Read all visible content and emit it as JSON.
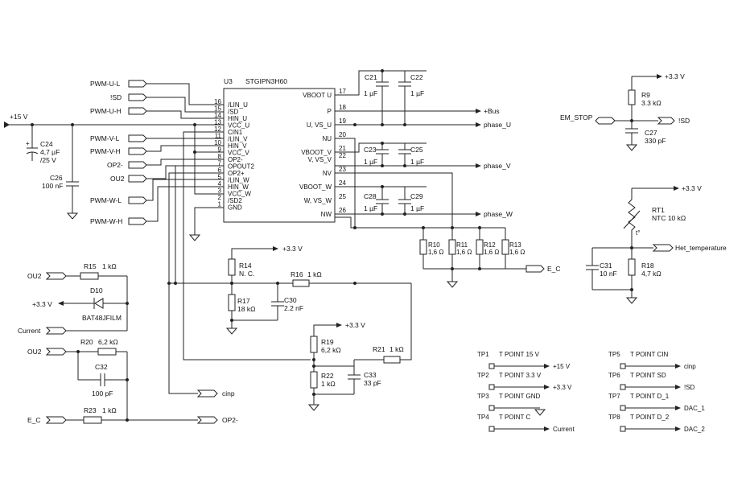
{
  "ic": {
    "ref": "U3",
    "part": "STGIPN3H60",
    "left_pins": [
      {
        "num": "16",
        "name": "/LIN_U"
      },
      {
        "num": "15",
        "name": "/SD"
      },
      {
        "num": "14",
        "name": "HIN_U"
      },
      {
        "num": "13",
        "name": "VCC_U"
      },
      {
        "num": "12",
        "name": "CIN1"
      },
      {
        "num": "11",
        "name": "/LIN_V"
      },
      {
        "num": "10",
        "name": "HIN_V"
      },
      {
        "num": "9",
        "name": "VCC_V"
      },
      {
        "num": "8",
        "name": "OP2-"
      },
      {
        "num": "7",
        "name": "OPOUT2"
      },
      {
        "num": "6",
        "name": "OP2+"
      },
      {
        "num": "5",
        "name": "/LIN_W"
      },
      {
        "num": "4",
        "name": "HIN_W"
      },
      {
        "num": "3",
        "name": "VCC_W"
      },
      {
        "num": "2",
        "name": "/SD2"
      },
      {
        "num": "1",
        "name": "GND"
      }
    ],
    "right_pins": [
      {
        "num": "17",
        "name": "VBOOT U"
      },
      {
        "num": "18",
        "name": "P"
      },
      {
        "num": "19",
        "name": "U, VS_U"
      },
      {
        "num": "20",
        "name": "NU"
      },
      {
        "num": "21",
        "name": "VBOOT_V"
      },
      {
        "num": "22",
        "name": "V, VS_V"
      },
      {
        "num": "23",
        "name": "NV"
      },
      {
        "num": "24",
        "name": "VBOOT_W"
      },
      {
        "num": "25",
        "name": "W, VS_W"
      },
      {
        "num": "26",
        "name": "NW"
      }
    ]
  },
  "inputs": {
    "pwm_u_l": "PWM-U-L",
    "sd": "!SD",
    "pwm_u_h": "PWM-U-H",
    "pwm_v_l": "PWM-V-L",
    "pwm_v_h": "PWM-V-H",
    "op2m": "OP2-",
    "ou2": "OU2",
    "pwm_w_l": "PWM-W-L",
    "pwm_w_h": "PWM-W-H"
  },
  "supply": {
    "p15": "+15 V",
    "p33": "+3.3 V"
  },
  "nets": {
    "bus": "+Bus",
    "phase_u": "phase_U",
    "phase_v": "phase_V",
    "phase_w": "phase_W",
    "ec": "E_C",
    "ou2": "OU2",
    "current": "Current",
    "cinp": "cinp",
    "op2m": "OP2-",
    "em_stop": "EM_STOP",
    "sd": "!SD",
    "het": "Het_temperature"
  },
  "parts": {
    "c24": {
      "ref": "C24",
      "v1": "4,7 µF",
      "v2": "/25 V"
    },
    "c26": {
      "ref": "C26",
      "val": "100 nF"
    },
    "c21": {
      "ref": "C21",
      "val": "1 µF"
    },
    "c22": {
      "ref": "C22",
      "val": "1 µF"
    },
    "c23": {
      "ref": "C23",
      "val": "1 µF"
    },
    "c25": {
      "ref": "C25",
      "val": "1 µF"
    },
    "c28": {
      "ref": "C28",
      "val": "1 µF"
    },
    "c29": {
      "ref": "C29",
      "val": "1 µF"
    },
    "r10": {
      "ref": "R10",
      "val": "1,6 Ω"
    },
    "r11": {
      "ref": "R11",
      "val": "1,6 Ω"
    },
    "r12": {
      "ref": "R12",
      "val": "1,6 Ω"
    },
    "r13": {
      "ref": "R13",
      "val": "1,6 Ω"
    },
    "r9": {
      "ref": "R9",
      "val": "3.3 kΩ"
    },
    "c27": {
      "ref": "C27",
      "val": "330 pF"
    },
    "rt1": {
      "ref": "RT1",
      "val": "NTC 10 kΩ"
    },
    "tsym": "t°",
    "c31": {
      "ref": "C31",
      "val": "10 nF"
    },
    "r18": {
      "ref": "R18",
      "val": "4,7 kΩ"
    },
    "r14": {
      "ref": "R14",
      "val": "N. C."
    },
    "r16": {
      "ref": "R16",
      "val": "1 kΩ"
    },
    "r17": {
      "ref": "R17",
      "val": "18 kΩ"
    },
    "c30": {
      "ref": "C30",
      "val": "2.2 nF"
    },
    "r15": {
      "ref": "R15",
      "val": "1 kΩ"
    },
    "d10": {
      "ref": "D10",
      "val": "BAT48JFILM"
    },
    "r20": {
      "ref": "R20",
      "val": "6,2 kΩ"
    },
    "c32": {
      "ref": "C32",
      "val": "100 pF"
    },
    "r23": {
      "ref": "R23",
      "val": "1 kΩ"
    },
    "r19": {
      "ref": "R19",
      "val": "6,2 kΩ"
    },
    "r21": {
      "ref": "R21",
      "val": "1 kΩ"
    },
    "r22": {
      "ref": "R22",
      "val": "1 kΩ"
    },
    "c33": {
      "ref": "C33",
      "val": "33 pF"
    }
  },
  "test_points": [
    {
      "ref": "TP1",
      "name": "T POINT 15 V",
      "net": "+15 V"
    },
    {
      "ref": "TP2",
      "name": "T POINT 3.3 V",
      "net": "+3.3 V"
    },
    {
      "ref": "TP3",
      "name": "T POINT GND",
      "net": ""
    },
    {
      "ref": "TP4",
      "name": "T POINT C",
      "net": "Current"
    },
    {
      "ref": "TP5",
      "name": "T POINT CIN",
      "net": "cinp"
    },
    {
      "ref": "TP6",
      "name": "T POINT SD",
      "net": "!SD"
    },
    {
      "ref": "TP7",
      "name": "T POINT D_1",
      "net": "DAC_1"
    },
    {
      "ref": "TP8",
      "name": "T POINT D_2",
      "net": "DAC_2"
    }
  ]
}
